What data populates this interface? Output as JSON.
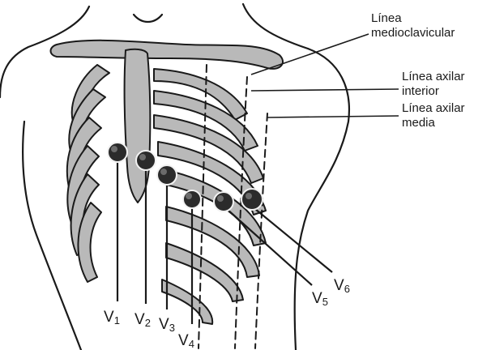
{
  "labels": {
    "midclavicular_line1": "Línea",
    "midclavicular_line2": "medioclavicular",
    "anterior_axillary_line1": "Línea axilar",
    "anterior_axillary_line2": "interior",
    "mid_axillary_line1": "Línea axilar",
    "mid_axillary_line2": "media"
  },
  "electrodes": [
    {
      "main": "V",
      "sub": "1"
    },
    {
      "main": "V",
      "sub": "2"
    },
    {
      "main": "V",
      "sub": "3"
    },
    {
      "main": "V",
      "sub": "4"
    },
    {
      "main": "V",
      "sub": "5"
    },
    {
      "main": "V",
      "sub": "6"
    }
  ],
  "colors": {
    "bone": "#b9b9b9",
    "ink": "#1a1a1a",
    "electrode_fill": "#2b2b2b"
  }
}
